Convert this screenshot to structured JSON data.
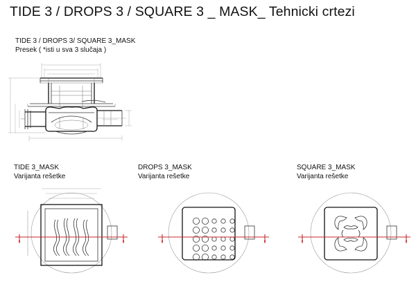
{
  "page_title": "TIDE 3 / DROPS 3 / SQUARE 3 _ MASK_ Tehnicki crtezi",
  "section": {
    "heading": "TIDE 3 / DROPS 3/ SQUARE 3_MASK",
    "subheading": "Presek ( *isti u sva 3 slučaja )"
  },
  "variants": [
    {
      "name": "TIDE 3_MASK",
      "caption": "Varijanta rešetke",
      "grate": "wave-slots"
    },
    {
      "name": "DROPS 3_MASK",
      "caption": "Varijanta rešetke",
      "grate": "round-holes"
    },
    {
      "name": "SQUARE 3_MASK",
      "caption": "Varijanta rešetke",
      "grate": "curved-petals"
    }
  ],
  "colors": {
    "outlet_axis": "#c62828",
    "line": "#111111"
  }
}
